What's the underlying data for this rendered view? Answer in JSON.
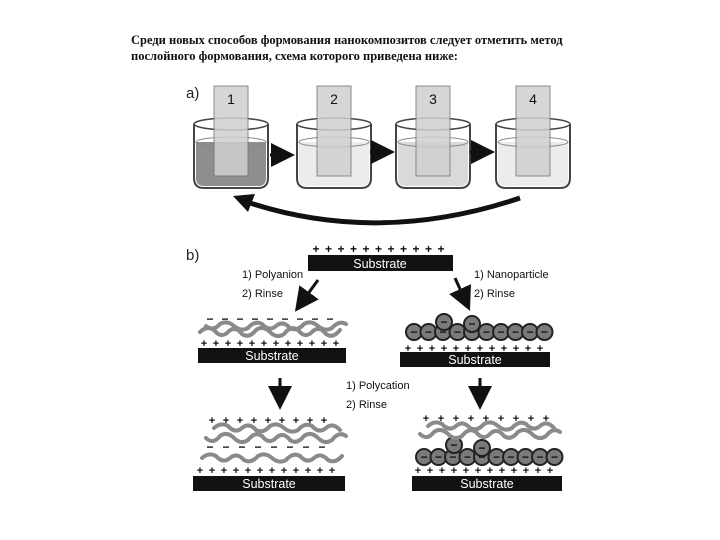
{
  "caption": {
    "line1": "Среди новых способов формования нанокомпозитов следует отметить метод",
    "line2": "послойного формования, схема которого приведена ниже:"
  },
  "panel_a": {
    "label": "a)",
    "beakers": [
      {
        "number": "1",
        "liquid": "#8e8e8e",
        "slide": "#cfcfcf"
      },
      {
        "number": "2",
        "liquid": "#ececec",
        "slide": "#cfcfcf"
      },
      {
        "number": "3",
        "liquid": "#d9d9d9",
        "slide": "#cfcfcf"
      },
      {
        "number": "4",
        "liquid": "#ececec",
        "slide": "#cfcfcf"
      }
    ]
  },
  "panel_b": {
    "label": "b)",
    "substrate": "Substrate",
    "left_step": {
      "line1": "1) Polyanion",
      "line2": "2) Rinse"
    },
    "right_step": {
      "line1": "1) Nanoparticle",
      "line2": "2) Rinse"
    },
    "middle_step": {
      "line1": "1) Polycation",
      "line2": "2) Rinse"
    },
    "plus": "+",
    "minus": "−"
  },
  "colors": {
    "substrate": "#111111",
    "polymer": "#8a8a8a",
    "nanoparticle": "#7a7a7a",
    "arrow": "#111111"
  }
}
